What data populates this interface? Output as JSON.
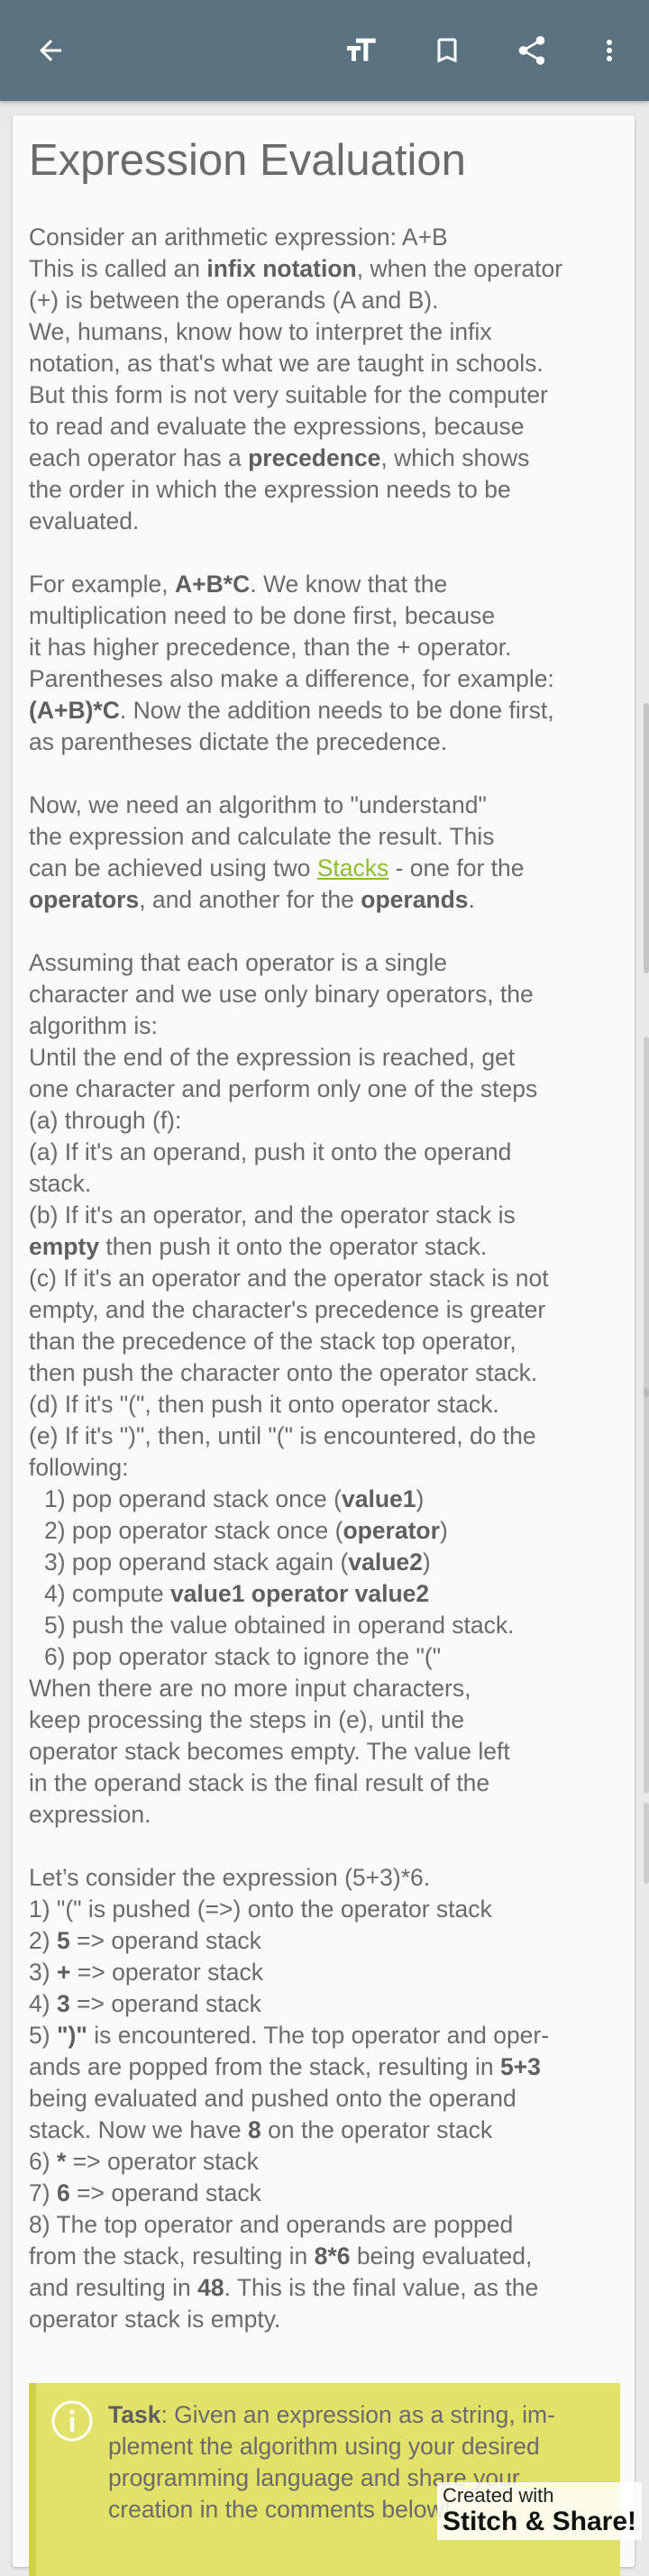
{
  "toolbar": {
    "back_icon": "arrow-left-icon",
    "text_size_icon": "text-size-icon",
    "bookmark_icon": "bookmark-icon",
    "share_icon": "share-icon",
    "more_icon": "more-vertical-icon",
    "background_color": "#5a7180"
  },
  "article": {
    "title": "Expression Evaluation",
    "p1": {
      "l1": "Consider an arithmetic expression: A+B",
      "l2a": "This is called an ",
      "l2b": "infix notation",
      "l2c": ", when the operator",
      "l3": "(+) is between the operands (A and B).",
      "l4": "We, humans, know how to interpret the infix",
      "l5": "notation, as that's what we are taught in schools.",
      "l6": "But this form is not very suitable for the computer",
      "l7": "to read and evaluate the expressions, because",
      "l8a": "each operator has a ",
      "l8b": "precedence",
      "l8c": ", which shows",
      "l9": "the order in which the expression needs to be",
      "l10": "evaluated."
    },
    "p2": {
      "l1a": "For example, ",
      "l1b": "A+B*C",
      "l1c": ". We know that the",
      "l2": "multiplication need to be done first, because",
      "l3": "it has higher precedence, than the + operator.",
      "l4": "Parentheses also make a difference, for example:",
      "l5a": "(A+B)*C",
      "l5b": ". Now the addition needs to be done first,",
      "l6": "as parentheses dictate the precedence."
    },
    "p3": {
      "l1": "Now, we need an algorithm to \"understand\"",
      "l2": "the expression and calculate the result. This",
      "l3a": "can be achieved using two ",
      "l3link": "Stacks",
      "l3b": " - one for the",
      "l4a": "operators",
      "l4b": ", and another for the ",
      "l4c": "operands",
      "l4d": "."
    },
    "p4": {
      "l1": "Assuming that each operator is a single",
      "l2": "character and we use only binary operators, the",
      "l3": "algorithm is:",
      "l4": "Until the end of the expression is reached, get",
      "l5": "one character and perform only one of the steps",
      "l6": "(a) through (f):",
      "l7": "(a) If it's an operand, push it onto the operand",
      "l8": "stack.",
      "l9": "(b) If it's an operator, and the operator stack is",
      "l10a": "empty",
      "l10b": " then push it onto the operator stack.",
      "l11": "(c) If it's an operator and the operator stack is not",
      "l12": "empty, and the character's precedence is greater",
      "l13": "than the precedence of the stack top operator,",
      "l14": "then push the character onto the operator stack.",
      "l15": "(d) If it's \"(\", then push it onto operator stack.",
      "l16": "(e) If it's \")\", then, until \"(\" is encountered, do the",
      "l17": "following:",
      "s1a": "1) pop operand stack once (",
      "s1b": "value1",
      "s1c": ")",
      "s2a": "2) pop operator stack once (",
      "s2b": "operator",
      "s2c": ")",
      "s3a": "3) pop operand stack again (",
      "s3b": "value2",
      "s3c": ")",
      "s4a": "4) compute ",
      "s4b": "value1 operator value2",
      "s5": "5) push the value obtained in operand stack.",
      "s6": "6) pop operator stack to ignore the \"(\"",
      "l18": "When there are no more input characters,",
      "l19": "keep processing the steps in (e), until the",
      "l20": "operator stack becomes empty. The value left",
      "l21": "in the operand stack is the final result of the",
      "l22": "expression."
    },
    "p5": {
      "l1": "Let’s consider the expression (5+3)*6.",
      "l2": "1) \"(\" is pushed (=>) onto the operator stack",
      "l3a": "2) ",
      "l3b": "5",
      "l3c": " => operand stack",
      "l4a": "3) ",
      "l4b": "+",
      "l4c": " => operator stack",
      "l5a": "4) ",
      "l5b": "3",
      "l5c": " => operand stack",
      "l6a": "5) ",
      "l6b": "\")\"",
      "l6c": " is encountered. The top operator and oper-",
      "l7a": "ands are popped from the stack, resulting in ",
      "l7b": "5+3",
      "l8": "being evaluated and pushed onto the operand",
      "l9a": "stack. Now we have ",
      "l9b": "8",
      "l9c": " on the operator stack",
      "l10a": "6) ",
      "l10b": "*",
      "l10c": " => operator stack",
      "l11a": "7) ",
      "l11b": "6",
      "l11c": " => operand stack",
      "l12": "8) The top operator and operands are popped",
      "l13a": "from the stack, resulting in ",
      "l13b": "8*6",
      "l13c": " being evaluated,",
      "l14a": "and resulting in ",
      "l14b": "48",
      "l14c": ". This is the final value, as the",
      "l15": "operator stack is empty."
    },
    "task": {
      "icon": "info-icon",
      "label": "Task",
      "l1": ": Given an expression as a string, im-",
      "l2": "plement the algorithm using your desired",
      "l3": "programming language and share your",
      "l4": "creation in the comments below!",
      "background_color": "#e2e16a"
    }
  },
  "watermark": {
    "line1": "Created with",
    "line2": "Stitch & Share!"
  }
}
